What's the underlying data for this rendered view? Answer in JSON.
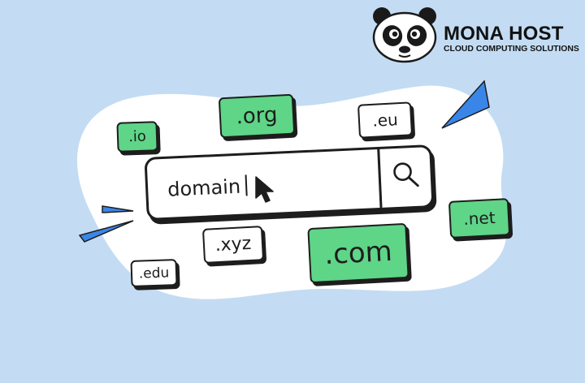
{
  "brand": {
    "name": "MONA HOST",
    "tagline": "CLOUD COMPUTING SOLUTIONS"
  },
  "search": {
    "query": "domain"
  },
  "extensions": {
    "org": ".org",
    "eu": ".eu",
    "io": ".io",
    "net": ".net",
    "com": ".com",
    "xyz": ".xyz",
    "edu": ".edu"
  },
  "icons": {
    "search": "search-icon",
    "cursor": "mouse-pointer-icon",
    "logo": "panda-logo-icon",
    "triangles": "triangle-decoration-icon"
  },
  "colors": {
    "background": "#c3dcf3",
    "blob": "#ffffff",
    "tag_green": "#5fd587",
    "accent_blue": "#3a86e8",
    "outline": "#1d1d1d"
  }
}
